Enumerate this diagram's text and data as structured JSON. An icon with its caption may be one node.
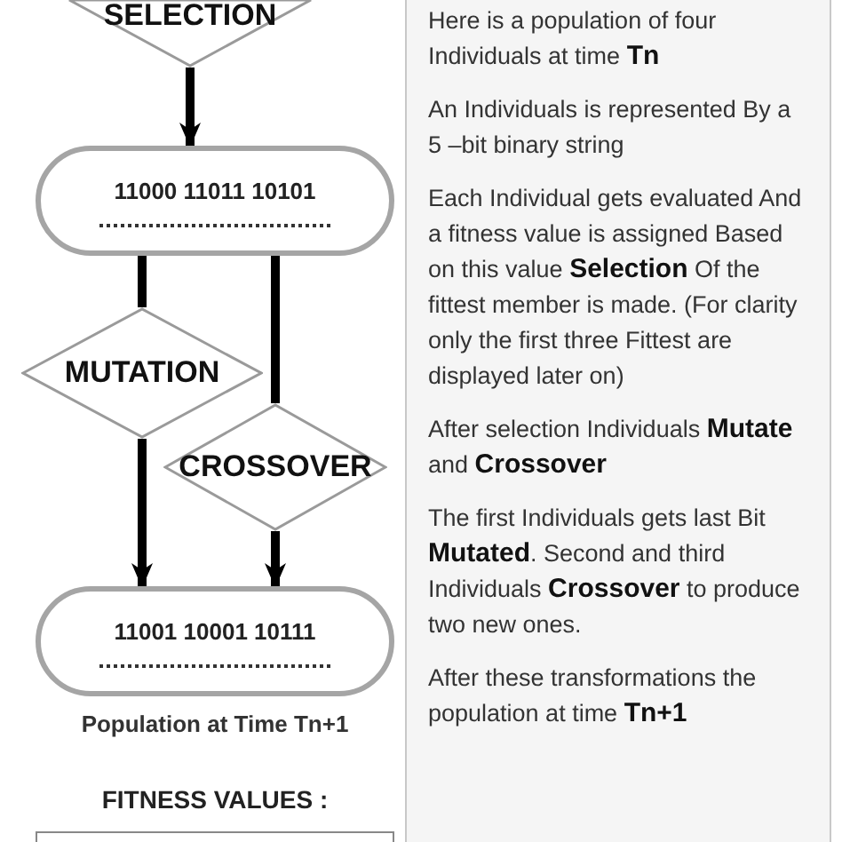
{
  "diagram": {
    "nodes": [
      {
        "text": [
          "SELECTION"
        ]
      },
      {
        "text": [
          "11000 11011 10101"
        ]
      },
      {
        "text": [
          "MUTATION"
        ]
      },
      {
        "text": [
          "CROSSOVER"
        ]
      },
      {
        "text": [
          "11001 10001 10111"
        ],
        "beside": [
          "Population at Time Tn+1"
        ]
      },
      {
        "text": [
          "FITNESS VALUES :"
        ]
      },
      {
        "text": [
          "Here is a population of four Individuals at time **Tn**",
          "An Individuals is represented By a 5 –bit binary string",
          "Each Individual gets evaluated And a fitness value is assigned Based on this value **Selection** Of the fittest member is made. (For clarity only the first three Fittest are displayed later on)",
          "After selection Individuals **Mutate** and **Crossover**",
          "The first Individuals gets last Bit **Mutated**. Second and third Individuals **Crossover** to produce two new ones.",
          "After these transformations the population at time **Tn+1**"
        ]
      }
    ],
    "edges": [
      {
        "from": 0,
        "to": 1,
        "arrow": "to"
      },
      {
        "from": 1,
        "to": 2,
        "arrow": "none"
      },
      {
        "from": 1,
        "to": 3,
        "arrow": "none"
      },
      {
        "from": 2,
        "to": 4,
        "arrow": "to"
      },
      {
        "from": 3,
        "to": 4,
        "arrow": "to"
      }
    ]
  }
}
